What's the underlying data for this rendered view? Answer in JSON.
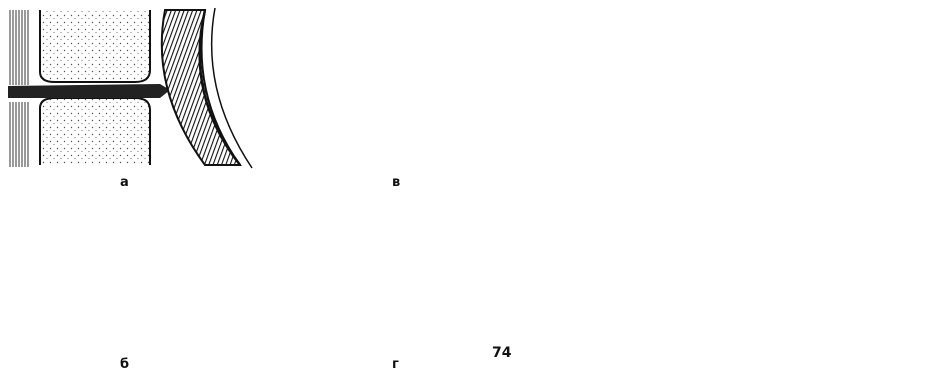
{
  "panel_labels": {
    "a": "а",
    "b": "б",
    "v": "в",
    "g": "г"
  },
  "figure_number": "74",
  "colors": {
    "ink": "#111111",
    "paper": "#ffffff",
    "stipple": "#555555"
  }
}
